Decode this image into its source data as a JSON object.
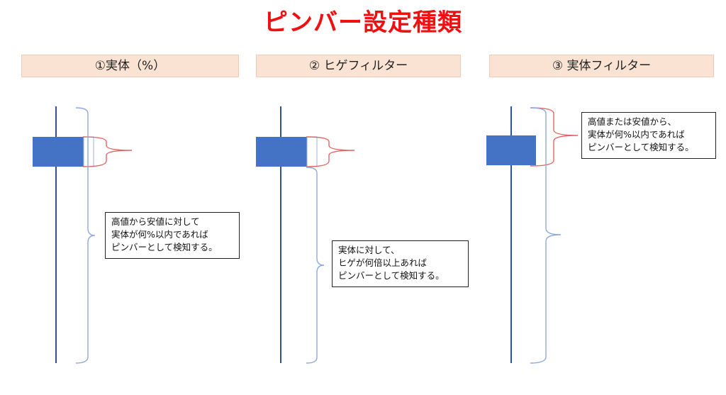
{
  "title": "ピンバー設定種類",
  "headers": {
    "h1": "①実体（%）",
    "h2": "② ヒゲフィルター",
    "h3": "③ 実体フィルター"
  },
  "notes": {
    "n1": [
      "高値から安値に対して",
      "実体が何%以内であれば",
      "ピンバーとして検知する。"
    ],
    "n2": [
      "実体に対して、",
      "ヒゲが何倍以上あれば",
      "ピンバーとして検知する。"
    ],
    "n3": [
      "高値または安値から、",
      "実体が何%以内であれば",
      "ピンバーとして検知する。"
    ]
  },
  "colors": {
    "title": "#ee1111",
    "candle_body": "#4472c4",
    "wick": "#2f5496",
    "brace_blue": "#8ea9db",
    "brace_red": "#e06666",
    "header_bg": "#fbe3d4"
  }
}
